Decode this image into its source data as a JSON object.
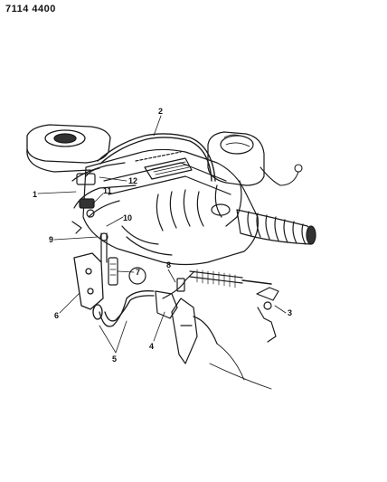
{
  "diagram": {
    "id_code": "7114 4400",
    "callouts": [
      "1",
      "2",
      "3",
      "4",
      "5",
      "6",
      "7",
      "8",
      "9",
      "10",
      "11",
      "12"
    ]
  }
}
